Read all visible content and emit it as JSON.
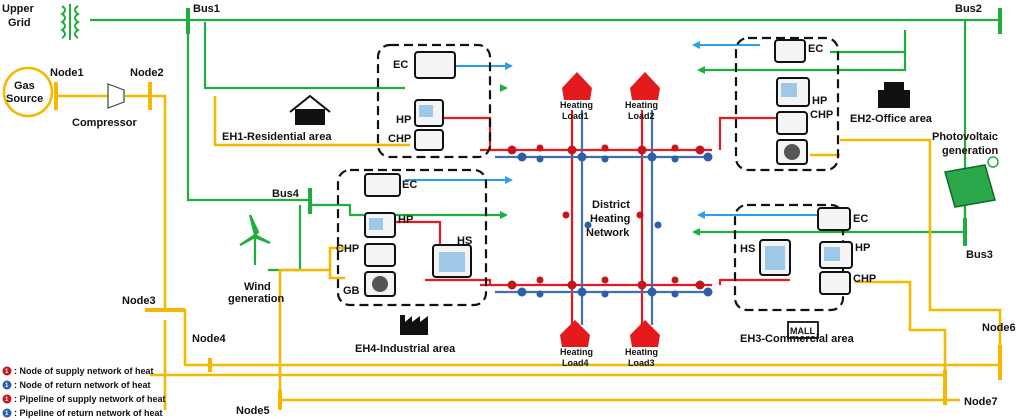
{
  "labels": {
    "upper_grid_1": "Upper",
    "upper_grid_2": "Grid",
    "bus1": "Bus1",
    "bus2": "Bus2",
    "bus3": "Bus3",
    "bus4": "Bus4",
    "gas_source_1": "Gas",
    "gas_source_2": "Source",
    "node1": "Node1",
    "node2": "Node2",
    "node3": "Node3",
    "node4": "Node4",
    "node5": "Node5",
    "node6": "Node6",
    "node7": "Node7",
    "compressor": "Compressor",
    "eh1_area": "EH1-Residential area",
    "eh2_area": "EH2-Office area",
    "eh3_area": "EH3-Commercial area",
    "eh4_area": "EH4-Industrial area",
    "dhn_1": "District",
    "dhn_2": "Heating",
    "dhn_3": "Network",
    "pv_1": "Photovoltaic",
    "pv_2": "generation",
    "wind_1": "Wind",
    "wind_2": "generation",
    "mall": "MALL",
    "ec": "EC",
    "hp": "HP",
    "chp": "CHP",
    "gb": "GB",
    "hs": "HS"
  },
  "heating_loads": [
    {
      "l1": "Heating",
      "l2": "Load1"
    },
    {
      "l1": "Heating",
      "l2": "Load2"
    },
    {
      "l1": "Heating",
      "l2": "Load3"
    },
    {
      "l1": "Heating",
      "l2": "Load4"
    }
  ],
  "legend": [
    {
      "symbol": "1",
      "text": ": Node of supply network of heat",
      "color": "#d7191c"
    },
    {
      "symbol": "1",
      "text": ": Node of return network of heat",
      "color": "#2c5fa8"
    },
    {
      "symbol": "1",
      "text": ": Pipeline of supply network of heat",
      "color": "#d7191c"
    },
    {
      "symbol": "1",
      "text": ": Pipeline of return network of heat",
      "color": "#2c5fa8"
    }
  ],
  "colors": {
    "electric": "#1fae3e",
    "gas": "#f5b800",
    "supply_heat": "#e41a1c",
    "return_heat": "#3f6fb5",
    "cooling": "#2aa0e6"
  }
}
